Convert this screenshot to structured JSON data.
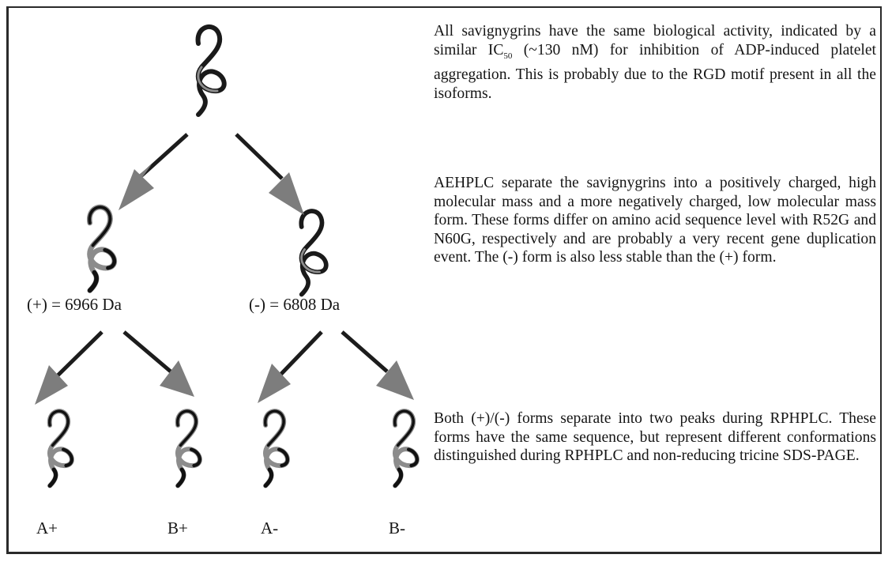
{
  "labels": {
    "plus_mass": "(+) = 6966 Da",
    "minus_mass": "(-) = 6808 Da",
    "a_plus": "A+",
    "b_plus": "B+",
    "a_minus": "A-",
    "b_minus": "B-"
  },
  "paragraphs": {
    "p1_before": "All savignygrins have the same biological activity, indicated by a similar IC",
    "p1_sub": "50",
    "p1_after": " (~130 nM) for inhibition of ADP-induced platelet aggregation. This is probably due to the RGD motif present in all the isoforms.",
    "p2": "AEHPLC separate the savignygrins into a positively charged, high molecular mass and a more negatively charged, low molecular mass form. These forms differ on amino acid sequence level with R52G and N60G, respectively and are probably a very recent gene duplication event. The (-) form is also less stable than the (+) form.",
    "p3": "Both (+)/(-) forms separate into two peaks during RPHPLC. These forms have the same sequence, but represent different conformations distinguished during RPHPLC and non-reducing tricine SDS-PAGE."
  },
  "colors": {
    "line": "#1c1c1c",
    "arrow_head": "#7d7d7d",
    "protein_gray": "#8c8c8c",
    "protein_dark": "#111111"
  }
}
